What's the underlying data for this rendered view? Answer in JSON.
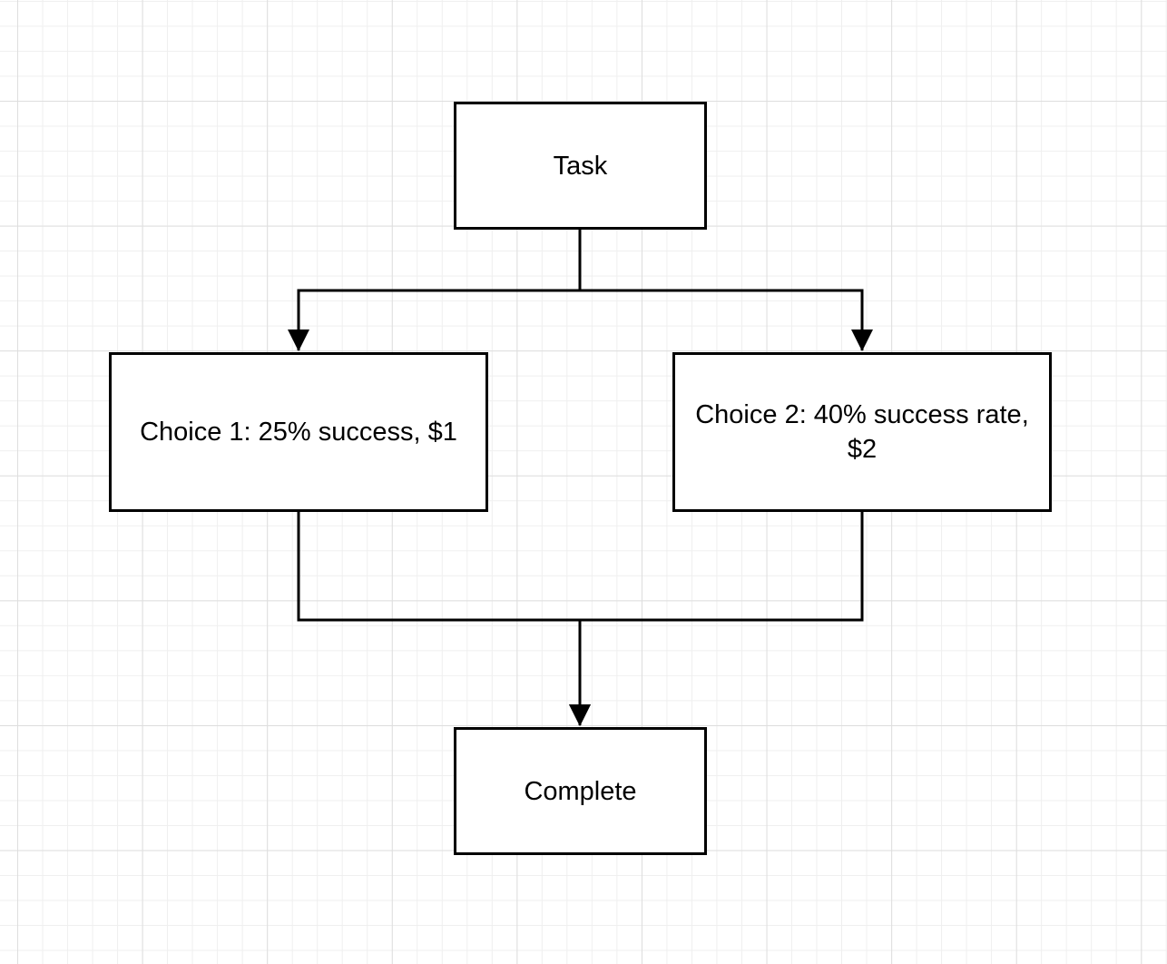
{
  "diagram": {
    "type": "flowchart",
    "nodes": [
      {
        "id": "task",
        "label": "Task"
      },
      {
        "id": "choice1",
        "label": "Choice 1: 25% success, $1"
      },
      {
        "id": "choice2",
        "label": "Choice 2: 40% success rate, $2"
      },
      {
        "id": "complete",
        "label": "Complete"
      }
    ],
    "edges": [
      {
        "from": "task",
        "to": "choice1"
      },
      {
        "from": "task",
        "to": "choice2"
      },
      {
        "from": "choice1",
        "to": "complete"
      },
      {
        "from": "choice2",
        "to": "complete"
      }
    ]
  },
  "colors": {
    "stroke": "#000000",
    "node_fill": "#ffffff",
    "grid_major": "#dedede",
    "grid_minor": "#efefef"
  }
}
